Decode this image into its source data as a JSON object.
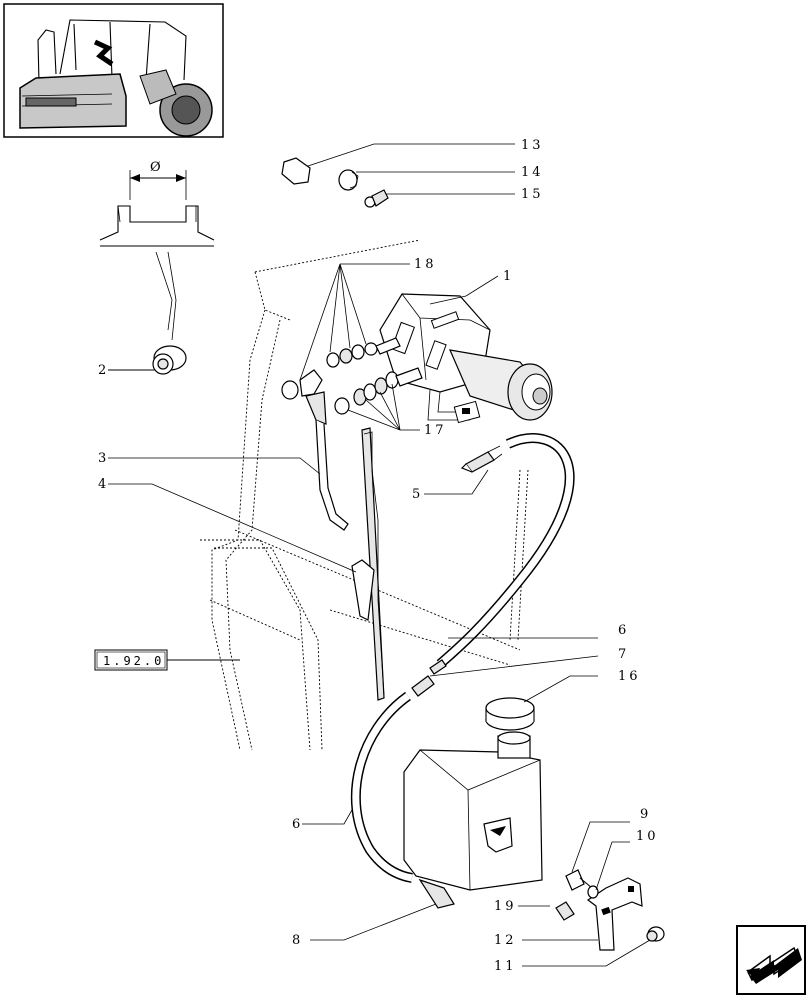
{
  "reference_box": {
    "label": "1.92.0"
  },
  "diameter_symbol": "Ø",
  "callouts": [
    {
      "id": "c13",
      "label": "13"
    },
    {
      "id": "c14",
      "label": "14"
    },
    {
      "id": "c15",
      "label": "15"
    },
    {
      "id": "c18",
      "label": "18"
    },
    {
      "id": "c1",
      "label": "1"
    },
    {
      "id": "c2",
      "label": "2"
    },
    {
      "id": "c17",
      "label": "17"
    },
    {
      "id": "c3",
      "label": "3"
    },
    {
      "id": "c4",
      "label": "4"
    },
    {
      "id": "c5",
      "label": "5"
    },
    {
      "id": "c6a",
      "label": "6"
    },
    {
      "id": "c7",
      "label": "7"
    },
    {
      "id": "c16",
      "label": "16"
    },
    {
      "id": "c6b",
      "label": "6"
    },
    {
      "id": "c9",
      "label": "9"
    },
    {
      "id": "c10",
      "label": "10"
    },
    {
      "id": "c19",
      "label": "19"
    },
    {
      "id": "c8",
      "label": "8"
    },
    {
      "id": "c12",
      "label": "12"
    },
    {
      "id": "c11",
      "label": "11"
    }
  ],
  "colors": {
    "ink": "#000000",
    "paper": "#ffffff",
    "shade": "#9a9a9a"
  },
  "nav_icon": "back-arrow-icon"
}
